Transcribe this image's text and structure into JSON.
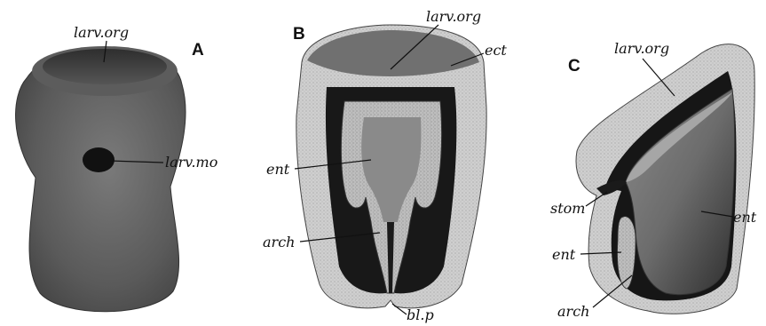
{
  "figure": {
    "panels": [
      {
        "letter": "A",
        "labels": {
          "larv_org": "larv.org",
          "larv_mo": "larv.mo"
        }
      },
      {
        "letter": "B",
        "labels": {
          "larv_org": "larv.org",
          "ect": "ect",
          "ent": "ent",
          "arch": "arch",
          "bl_p": "bl.p"
        }
      },
      {
        "letter": "C",
        "labels": {
          "larv_org": "larv.org",
          "stom": "stom",
          "ent_right": "ent",
          "ent_left": "ent",
          "arch": "arch"
        }
      }
    ]
  },
  "colors": {
    "background": "#ffffff",
    "ink": "#111111",
    "body_dark": "#4a4a4a",
    "body_mid": "#6a6a6a",
    "ectoderm": "#c9c9c9",
    "endoderm": "#b9b9b9",
    "cavity": "#1a1a1a"
  }
}
